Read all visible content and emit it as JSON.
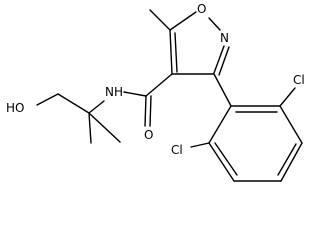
{
  "molecule": {
    "atom_labels": {
      "hydroxyl": "HO",
      "amide_nh": "NH",
      "carbonyl_o": "O",
      "ring_o": "O",
      "ring_n": "N",
      "chlorine_top": "Cl",
      "chlorine_bottom": "Cl"
    }
  },
  "colors": {
    "bond": "#000000",
    "text": "#000000",
    "background": "#ffffff"
  }
}
